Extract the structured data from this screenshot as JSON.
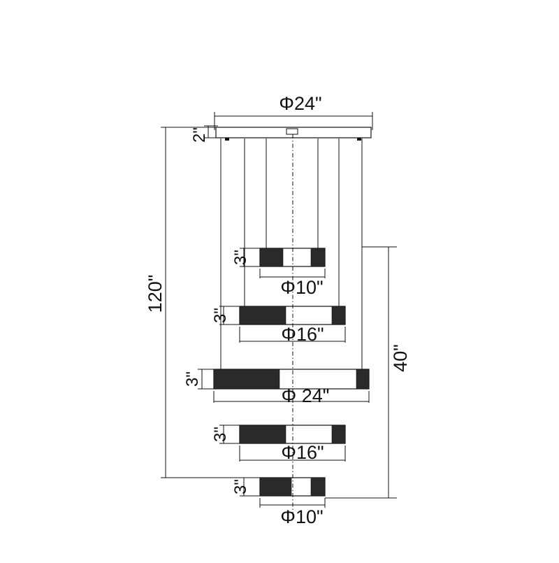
{
  "canopy": {
    "diameter_label": "Φ24\"",
    "height_label": "2\""
  },
  "overall_height_label": "120\"",
  "tier_span_label": "40\"",
  "tiers": [
    {
      "height_label": "3\"",
      "diameter_label": "Φ10\""
    },
    {
      "height_label": "3\"",
      "diameter_label": "Φ16\""
    },
    {
      "height_label": "3\"",
      "diameter_label": "Φ 24\""
    },
    {
      "height_label": "3\"",
      "diameter_label": "Φ16\""
    },
    {
      "height_label": "3\"",
      "diameter_label": "Φ10\""
    }
  ]
}
